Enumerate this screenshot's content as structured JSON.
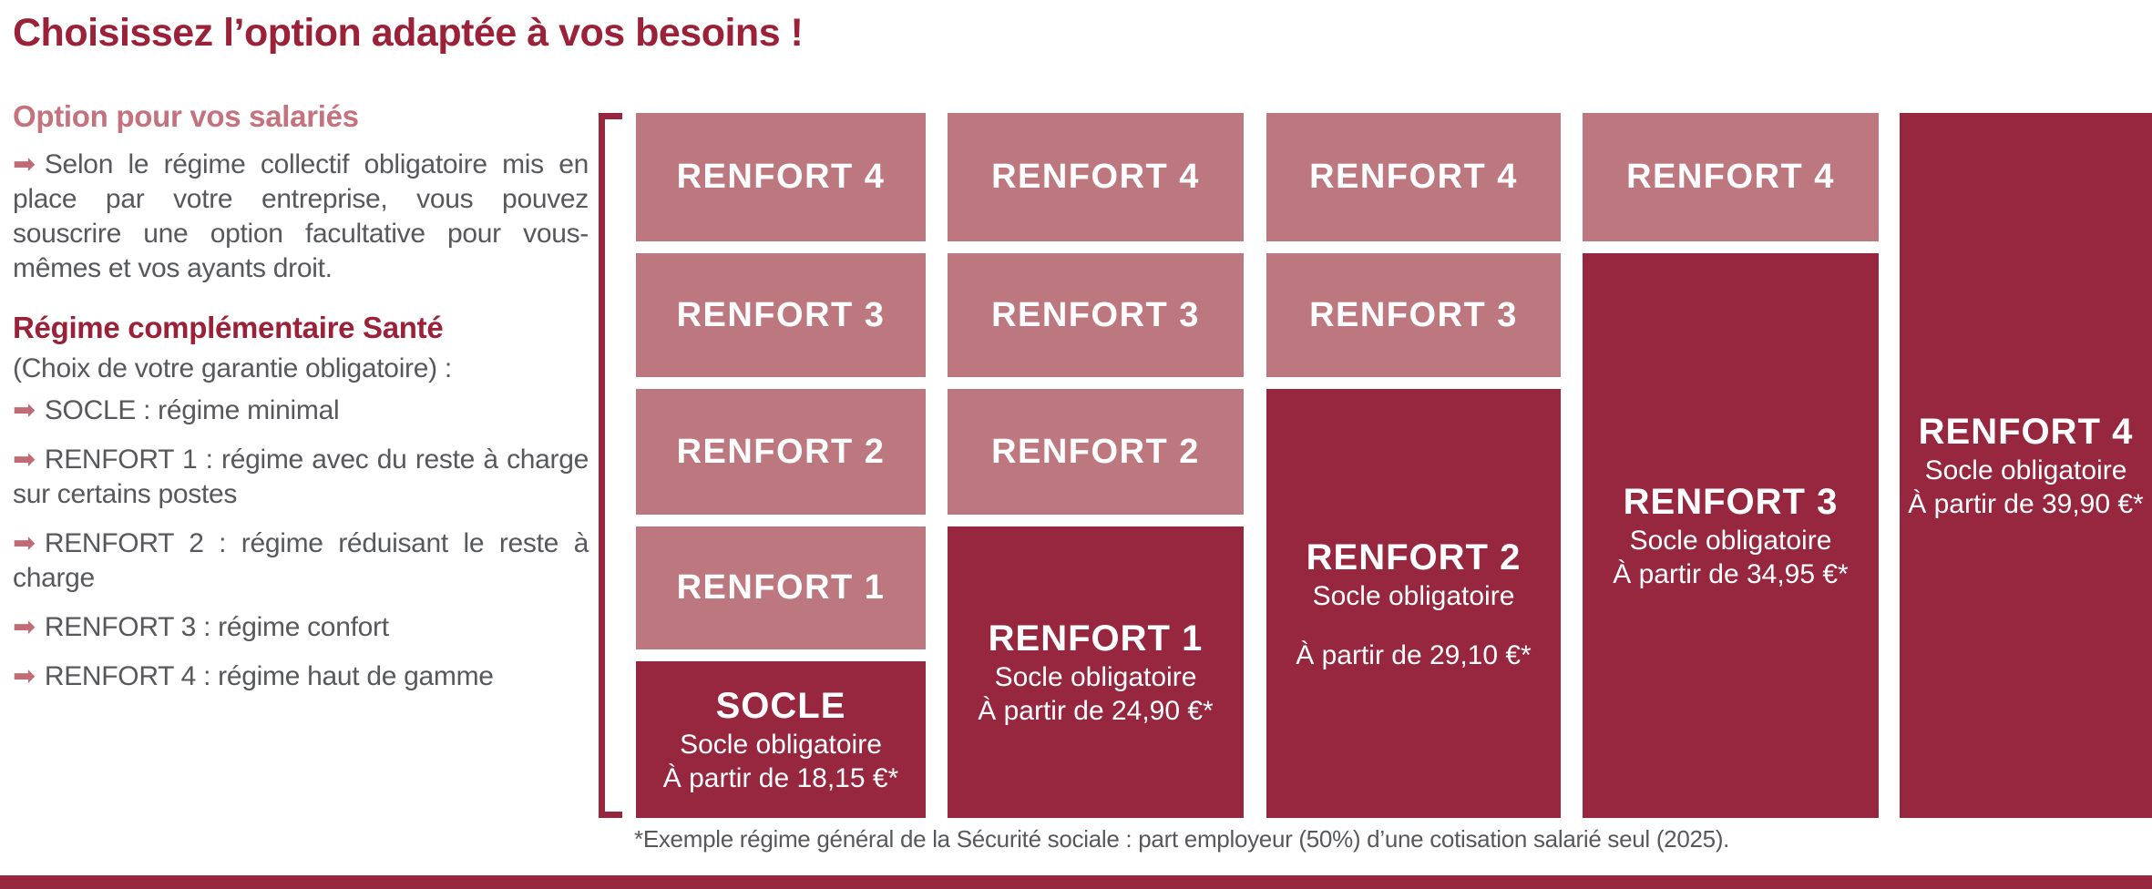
{
  "title": "Choisissez l’option adaptée à vos besoins !",
  "icons": {
    "arrow_glyph": "➡"
  },
  "sidebar": {
    "section1": {
      "heading": "Option pour vos salariés",
      "bullet": "Selon le régime collectif obligatoire mis en place par votre entreprise, vous pouvez souscrire une option facultative pour vous-mêmes et vos ayants droit."
    },
    "section2": {
      "heading": "Régime complémentaire Santé",
      "intro": "(Choix de votre garantie obligatoire) :",
      "bullets": [
        "SOCLE : régime minimal",
        "RENFORT 1 : régime avec du reste à charge sur certains postes",
        "RENFORT 2 : régime réduisant le reste à charge",
        "RENFORT 3 : régime confort",
        "RENFORT 4 : régime haut de gamme"
      ]
    }
  },
  "grid": {
    "columns": [
      {
        "light_blocks": [
          "RENFORT 4",
          "RENFORT 3",
          "RENFORT 2",
          "RENFORT 1"
        ],
        "dark_block": {
          "name": "SOCLE",
          "subtitle": "Socle obligatoire",
          "price": "À partir de 18,15 €*"
        }
      },
      {
        "light_blocks": [
          "RENFORT 4",
          "RENFORT 3",
          "RENFORT 2"
        ],
        "dark_block": {
          "name": "RENFORT 1",
          "subtitle": "Socle obligatoire",
          "price": "À partir de 24,90 €*"
        }
      },
      {
        "light_blocks": [
          "RENFORT 4",
          "RENFORT 3"
        ],
        "dark_block": {
          "name": "RENFORT 2",
          "subtitle": "Socle obligatoire",
          "price": "À partir de 29,10 €*"
        }
      },
      {
        "light_blocks": [
          "RENFORT 4"
        ],
        "dark_block": {
          "name": "RENFORT 3",
          "subtitle": "Socle obligatoire",
          "price": "À partir de 34,95 €*"
        }
      },
      {
        "light_blocks": [],
        "dark_block": {
          "name": "RENFORT 4",
          "subtitle": "Socle obligatoire",
          "price": "À partir de 39,90 €*"
        }
      }
    ]
  },
  "footnote": "*Exemple régime général de la Sécurité sociale : part employeur (50%) d’une cotisation salarié seul (2025).",
  "colors": {
    "dark_block": "#97263F",
    "light_block": "#BD777F",
    "rose_heading": "#C4727D",
    "title_red": "#9B2138",
    "body_gray": "#57585C"
  }
}
